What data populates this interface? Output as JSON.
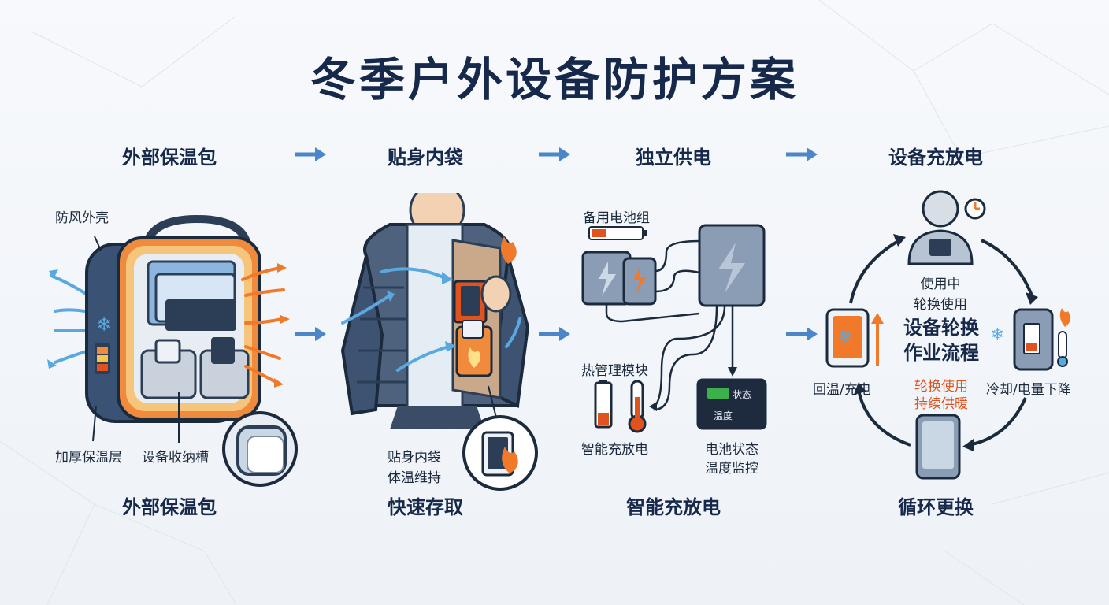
{
  "title": "冬季户外设备防护方案",
  "steps": [
    {
      "head": "外部保温包",
      "foot": "外部保温包",
      "labels": {
        "shell": "防风外壳",
        "insulation": "加厚保温层",
        "slot": "设备收纳槽"
      }
    },
    {
      "head": "贴身内袋",
      "foot": "快速存取",
      "labels": {
        "pocket": "贴身内袋",
        "body_heat": "体温维持"
      }
    },
    {
      "head": "独立供电",
      "foot": "智能充放电",
      "labels": {
        "battery_pack": "备用电池组",
        "thermal": "热管理模块",
        "smart_charge": "智能充放电",
        "monitor_1": "电池状态",
        "monitor_2": "温度监控",
        "screen_1": "状态",
        "screen_2": "温度"
      }
    },
    {
      "head": "设备充放电",
      "foot": "循环更换",
      "labels": {
        "in_use_1": "使用中",
        "in_use_2": "轮换使用",
        "center_1": "设备轮换",
        "center_2": "作业流程",
        "rewarm": "回温/充电",
        "cooldown": "冷却/电量下降",
        "red_1": "轮换使用",
        "red_2": "持续供暖"
      }
    }
  ],
  "colors": {
    "navy": "#16294a",
    "orange": "#f07a2a",
    "blue": "#4a86c8",
    "ice": "#5aa8e0"
  }
}
